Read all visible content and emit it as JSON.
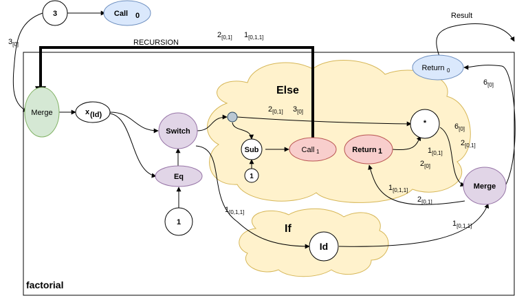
{
  "frame": {
    "title": "factorial"
  },
  "clouds": {
    "else": "Else",
    "if": "If"
  },
  "nodes": {
    "const3": "3",
    "call0": "Call",
    "call0_sub": "0",
    "merge_left": "Merge",
    "x_id": "x",
    "x_id_sub": "(Id)",
    "switch": "Switch",
    "eq": "Eq",
    "const1_eq": "1",
    "sub": "Sub",
    "const1_sub": "1",
    "call1": "Call",
    "call1_sub": "1",
    "return1": "Return",
    "return1_sub": "1",
    "multiply": "*",
    "merge_right": "Merge",
    "return0": "Return",
    "return0_sub": "0",
    "id": "Id"
  },
  "labels": {
    "result": "Result",
    "recursion": "RECURSION",
    "l_3_0": {
      "main": "3",
      "sub": "[0]"
    },
    "l_2_01_top": {
      "main": "2",
      "sub": "[0,1]"
    },
    "l_1_011_top": {
      "main": "1",
      "sub": "[0,1,1]"
    },
    "l_2_01_else": {
      "main": "2",
      "sub": "[0,1]"
    },
    "l_3_0_else": {
      "main": "3",
      "sub": "[0]"
    },
    "l_6_0_a": {
      "main": "6",
      "sub": "[0]"
    },
    "l_6_0_b": {
      "main": "6",
      "sub": "[0]"
    },
    "l_2_01_right": {
      "main": "2",
      "sub": "[0,1]"
    },
    "l_1_01": {
      "main": "1",
      "sub": "[0,1]"
    },
    "l_2_0": {
      "main": "2",
      "sub": "[0]"
    },
    "l_1_011_mid": {
      "main": "1",
      "sub": "[0,1,1]"
    },
    "l_2_01_mid": {
      "main": "2",
      "sub": "[0,1]"
    },
    "l_1_011_switch": {
      "main": "1",
      "sub": "[0,1,1]"
    },
    "l_1_011_id": {
      "main": "1",
      "sub": "[0,1,1]"
    }
  },
  "colors": {
    "blue_fill": "#dae8fc",
    "blue_stroke": "#6c8ebf",
    "green_fill": "#d5e8d4",
    "green_stroke": "#82b366",
    "purple_fill": "#e1d5e7",
    "purple_stroke": "#9673a6",
    "red_fill": "#f8cecc",
    "red_stroke": "#b85450",
    "cloud_fill": "#fff2cc",
    "cloud_stroke": "#d6b656",
    "dot_fill": "#bac8d3",
    "dot_stroke": "#23445d"
  }
}
